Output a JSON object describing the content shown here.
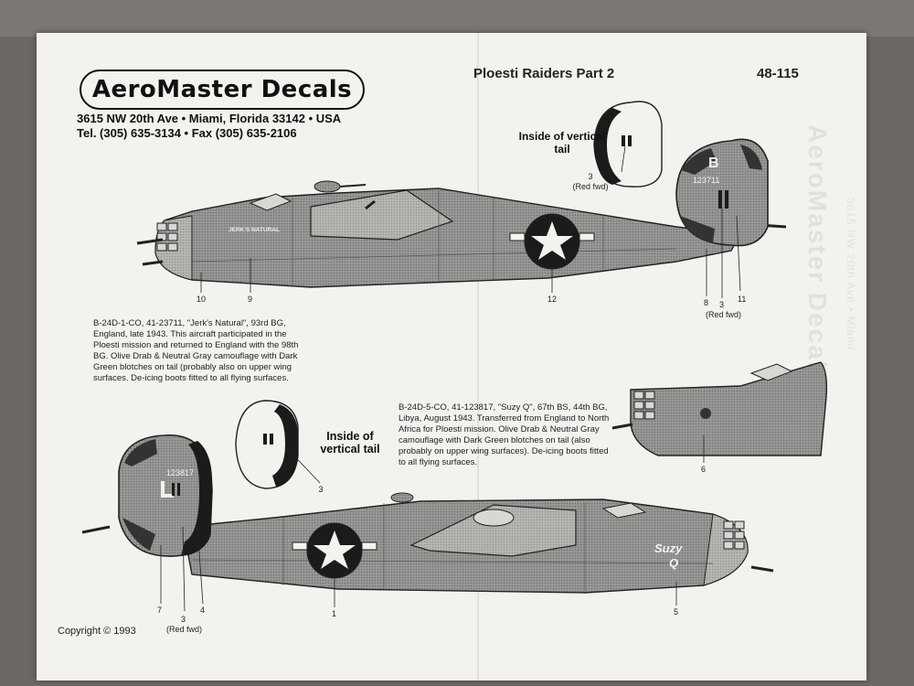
{
  "brand": {
    "name": "AeroMaster Decals",
    "address": "3615 NW 20th Ave  •  Miami, Florida  33142  •  USA",
    "phone": "Tel. (305) 635-3134  •  Fax (305) 635-2106"
  },
  "sheet": {
    "title": "Ploesti Raiders Part 2",
    "code": "48-115",
    "copyright": "Copyright © 1993"
  },
  "aircraft1": {
    "description": "B-24D-1-CO, 41-23711, \"Jerk's Natural\", 93rd BG, England, late 1943.  This aircraft participated in the Ploesti mission and returned to England with the 98th BG.  Olive Drab & Neutral Gray camouflage with Dark Green blotches on tail (probably also on upper wing surfaces.  De-icing boots fitted to all flying surfaces.",
    "nose_art": "JERK'S NATURAL",
    "serial": "123711",
    "tail_letter": "B",
    "callouts": {
      "c10": "10",
      "c9": "9",
      "c12": "12",
      "c8": "8",
      "c3": "3",
      "c3note": "(Red fwd)",
      "c11": "11"
    },
    "inside_tail": {
      "label": "Inside of vertical tail",
      "callout": "3",
      "note": "(Red fwd)"
    }
  },
  "aircraft2": {
    "description": "B-24D-5-CO, 41-123817, \"Suzy Q\", 67th BS, 44th BG, Libya, August 1943.  Transferred from England to North Africa for Ploesti mission.  Olive Drab & Neutral Gray camouflage with Dark Green blotches on tail (also probably on upper wing surfaces).  De-icing boots fitted to all flying surfaces.",
    "nose_art_1": "Suzy",
    "nose_art_2": "Q",
    "serial": "123817",
    "callouts": {
      "c7": "7",
      "c3": "3",
      "c3note": "(Red fwd)",
      "c4": "4",
      "c1": "1",
      "c5": "5",
      "c6": "6"
    },
    "inside_tail": {
      "label": "Inside of vertical tail",
      "callout": "3"
    }
  },
  "colors": {
    "paper": "#f3f2ef",
    "olive": "#8a8a88",
    "dark": "#2a2a2a",
    "ink": "#111111"
  }
}
